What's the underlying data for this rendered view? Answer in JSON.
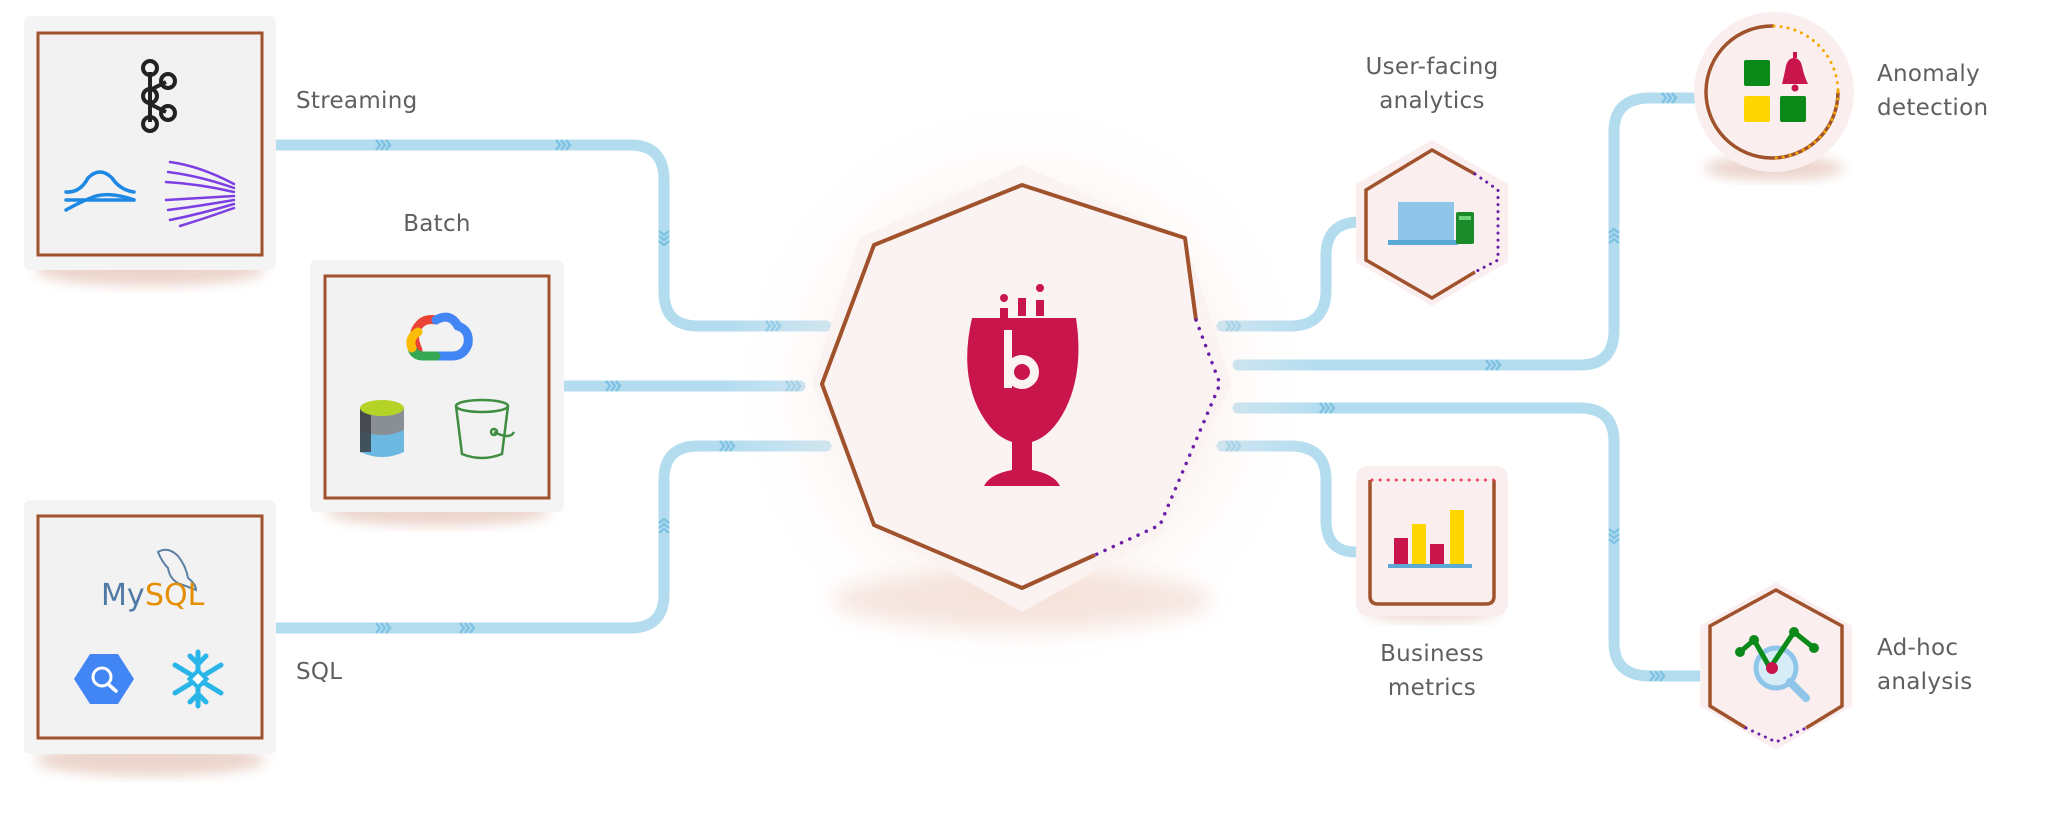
{
  "sources": {
    "streaming": {
      "label": "Streaming",
      "icons": [
        "kafka-icon",
        "flink-icon",
        "kinesis-icon"
      ]
    },
    "batch": {
      "label": "Batch",
      "icons": [
        "google-cloud-icon",
        "azure-data-lake-icon",
        "s3-bucket-icon"
      ]
    },
    "sql": {
      "label": "SQL",
      "icons": [
        "mysql-logo",
        "bigquery-icon",
        "snowflake-icon"
      ],
      "mysql_text_my": "My",
      "mysql_text_sql": "SQL"
    }
  },
  "center": {
    "icon": "pinot-wine-glass-logo"
  },
  "outputs": {
    "user_facing": {
      "line1": "User-facing",
      "line2": "analytics",
      "icon": "laptop-phone-icon"
    },
    "anomaly": {
      "line1": "Anomaly",
      "line2": "detection",
      "icon": "alert-grid-icon"
    },
    "business": {
      "line1": "Business",
      "line2": "metrics",
      "icon": "bar-chart-icon"
    },
    "adhoc": {
      "line1": "Ad-hoc",
      "line2": "analysis",
      "icon": "magnifier-trend-icon"
    }
  },
  "colors": {
    "pipe": "#b3dcef",
    "pipe_arrow": "#7fc2e2",
    "border_brown": "#a0522d",
    "brand_crimson": "#c8154b",
    "card_bg": "#f2f2f2",
    "hex_bg": "#fbf3f1",
    "dotted_purple": "#6b1fa8",
    "label_gray": "#5f5f5f"
  }
}
